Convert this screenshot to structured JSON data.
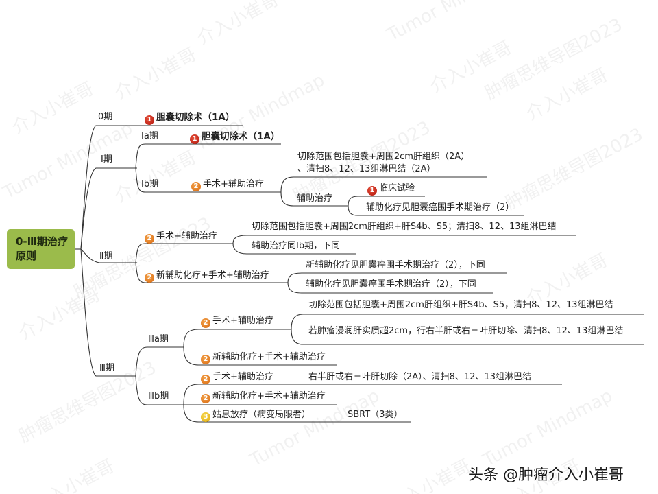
{
  "root": {
    "label": "0-Ⅲ期治疗原则",
    "color": "#9bbb4b"
  },
  "stages": [
    {
      "label": "0期",
      "children": [
        {
          "priority": 1,
          "label": "胆囊切除术（1A）",
          "bold": true
        }
      ]
    },
    {
      "label": "Ⅰ期",
      "substages": [
        {
          "label": "Ia期",
          "children": [
            {
              "priority": 1,
              "label": "胆囊切除术（1A）",
              "bold": true
            }
          ]
        },
        {
          "label": "Ib期",
          "children": [
            {
              "priority": 2,
              "label": "手术+辅助治疗",
              "details": [
                {
                  "label": "切除范围包括胆囊+周围2cm肝组织（2A）",
                  "label2": "、清扫8、12、13组淋巴结（2A）"
                },
                {
                  "label": "辅助治疗",
                  "options": [
                    {
                      "priority": 1,
                      "label": "临床试验"
                    },
                    {
                      "label": "辅助化疗见胆囊癌围手术期治疗（2）"
                    }
                  ]
                }
              ]
            }
          ]
        }
      ]
    },
    {
      "label": "Ⅱ期",
      "children": [
        {
          "priority": 2,
          "label": "手术+辅助治疗",
          "details": [
            {
              "label": "切除范围包括胆囊+周围2cm肝组织+肝S4b、S5；清扫8、12、13组淋巴结"
            },
            {
              "label": "辅助治疗同Ⅰb期，下同"
            }
          ]
        },
        {
          "priority": 2,
          "label": "新辅助化疗+手术+辅助治疗",
          "details": [
            {
              "label": "新辅助化疗见胆囊癌围手术期治疗（2），下同"
            },
            {
              "label": "辅助化疗见胆囊癌围手术期治疗（2），下同"
            }
          ]
        }
      ]
    },
    {
      "label": "Ⅲ期",
      "substages": [
        {
          "label": "Ⅲa期",
          "children": [
            {
              "priority": 2,
              "label": "手术+辅助治疗",
              "details": [
                {
                  "label": "切除范围包括胆囊+周围2cm肝组织+肝S4b、S5，清扫8、12、13组淋巴结"
                },
                {
                  "label": "若肿瘤浸润肝实质超2cm，行右半肝或右三叶肝切除、清扫8、12、13组淋巴结"
                }
              ]
            },
            {
              "priority": 2,
              "label": "新辅助化疗+手术+辅助治疗"
            }
          ]
        },
        {
          "label": "Ⅲb期",
          "children": [
            {
              "priority": 2,
              "label": "手术+辅助治疗",
              "detail": "右半肝或右三叶肝切除（2A）、清扫8、12、13组淋巴结"
            },
            {
              "priority": 2,
              "label": "新辅助化疗+手术+辅助治疗"
            },
            {
              "priority": 3,
              "label": "姑息放疗（病变局限者）",
              "detail": "SBRT（3类）"
            }
          ]
        }
      ]
    }
  ],
  "watermarks": [
    "介入小崔哥",
    "Tumor Mindmap",
    "肿瘤思维导图2023"
  ],
  "footer": {
    "text": "头条 @肿瘤介入小崔哥"
  }
}
